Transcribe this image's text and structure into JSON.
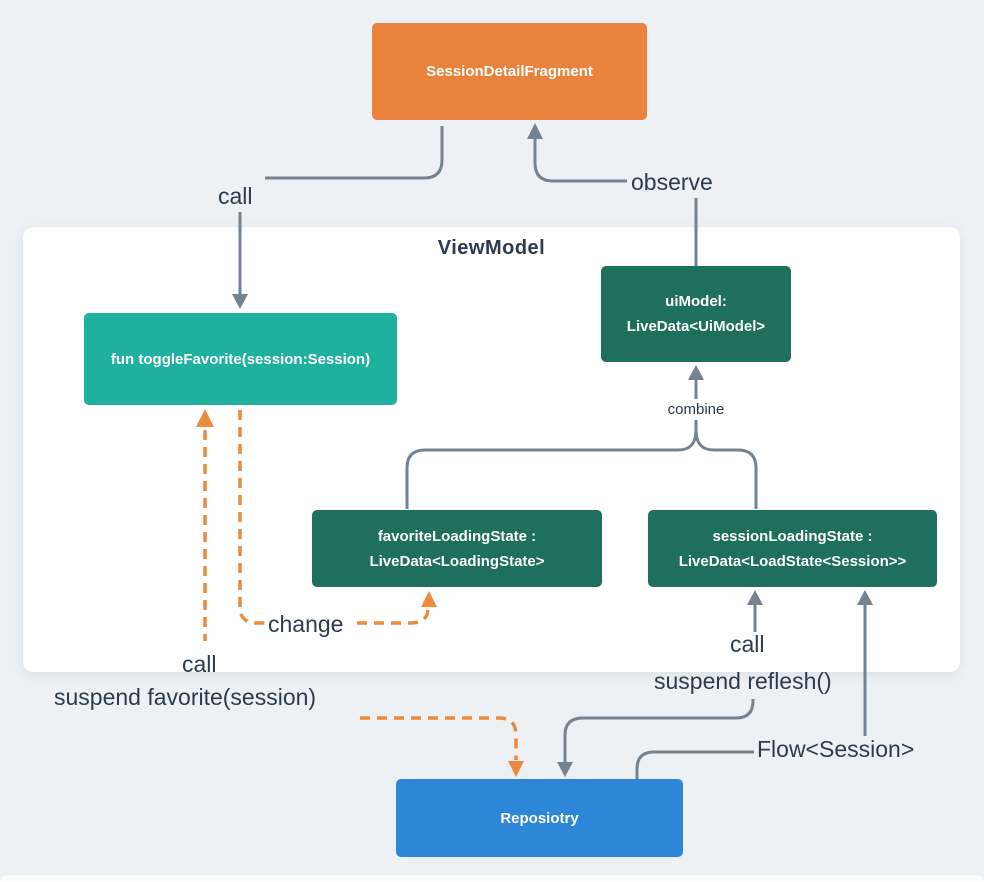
{
  "colors": {
    "bg": "#EDF1F5",
    "line-gray": "#75828F",
    "dash-orange": "#EC8A3E",
    "label": "#2C3B4D",
    "panel": "#FFFFFF"
  },
  "diagram": {
    "container": {
      "title": "ViewModel"
    },
    "nodes": {
      "fragment": {
        "label": "SessionDetailFragment",
        "color": "#E8823C"
      },
      "toggle_favorite": {
        "label": "fun toggleFavorite(session:Session)",
        "color": "#1FB0A0"
      },
      "ui_model": {
        "line1": "uiModel:",
        "line2": "LiveData<UiModel>",
        "color": "#1E6F5D"
      },
      "favorite_loading_state": {
        "line1": "favoriteLoadingState :",
        "line2": "LiveData<LoadingState>",
        "color": "#1E6F5D"
      },
      "session_loading_state": {
        "line1": "sessionLoadingState :",
        "line2": "LiveData<LoadState<Session>>",
        "color": "#1E6F5D"
      },
      "repository": {
        "label": "Reposiotry",
        "color": "#2C87D8"
      }
    },
    "labels": {
      "call_top": "call",
      "observe": "observe",
      "combine": "combine",
      "change": "change",
      "call_left": "call",
      "suspend_favorite": "suspend favorite(session)",
      "call_right": "call",
      "suspend_reflesh": "suspend reflesh()",
      "flow_session": "Flow<Session>"
    }
  }
}
